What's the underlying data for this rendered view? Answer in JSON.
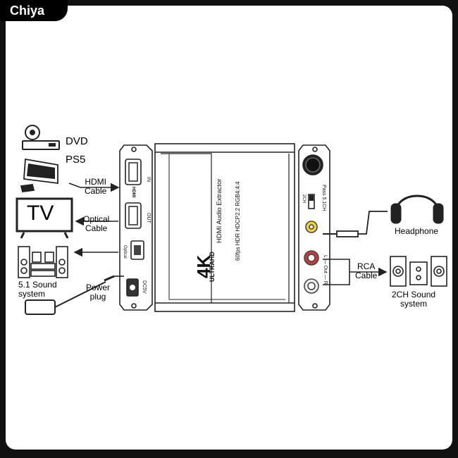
{
  "brand": "Chiya",
  "device": {
    "badge": "4K",
    "badge_sub": "ULTRAHD",
    "title": "HDMI Audio Extractor",
    "subtitle": "60fps HDR HDCP2.2 RGB4:4:4",
    "ports_left": {
      "in": "IN",
      "out": "OUT",
      "hdmi_logo": "HDMI",
      "optical": "Optical",
      "dc": "DC5V"
    },
    "ports_right": {
      "mode_2ch": "2CH",
      "mode_pass": "Pass 5.1CH",
      "lr": "L — Out — R"
    }
  },
  "labels": {
    "dvd": "DVD",
    "ps5": "PS5",
    "hdmi_cable": [
      "HDMI",
      "Cable"
    ],
    "tv": "TV",
    "optical_cable": [
      "Optical",
      "Cable"
    ],
    "sound51": [
      "5.1 Sound",
      "system"
    ],
    "power_plug": [
      "Power",
      "plug"
    ],
    "headphone": "Headphone",
    "rca_cable": [
      "RCA",
      "Cable"
    ],
    "sound2ch": [
      "2CH Sound",
      "system"
    ]
  }
}
